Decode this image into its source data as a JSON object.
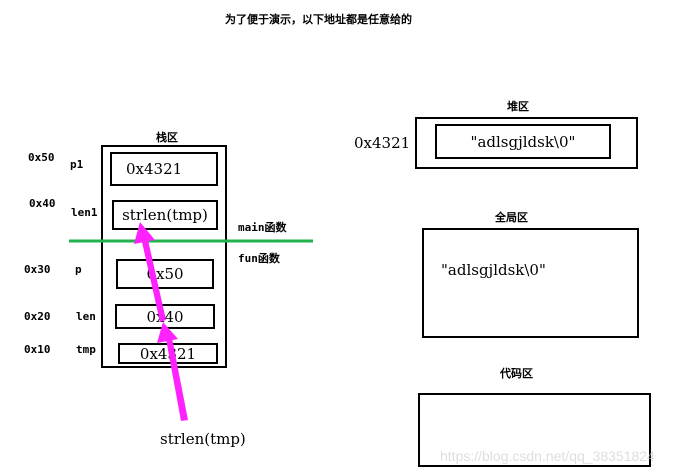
{
  "title": "为了便于演示，以下地址都是任意给的",
  "stack": {
    "label": "栈区",
    "main_label": "main函数",
    "fun_label": "fun函数",
    "rows": [
      {
        "addr": "0x50",
        "name": "p1",
        "value": "0x4321"
      },
      {
        "addr": "0x40",
        "name": "len1",
        "value": "strlen(tmp)"
      },
      {
        "addr": "0x30",
        "name": "p",
        "value": "0x50"
      },
      {
        "addr": "0x20",
        "name": "len",
        "value": "0x40"
      },
      {
        "addr": "0x10",
        "name": "tmp",
        "value": "0x4321"
      }
    ],
    "call_label": "strlen(tmp)"
  },
  "heap": {
    "label": "堆区",
    "addr": "0x4321",
    "value": "\"adlsgjldsk\\0\""
  },
  "global": {
    "label": "全局区",
    "value": "\"adlsgjldsk\\0\""
  },
  "code": {
    "label": "代码区"
  },
  "watermark": "https://blog.csdn.net/qq_38351824",
  "colors": {
    "divider": "#22b14c",
    "arrow": "#ff22ff"
  }
}
